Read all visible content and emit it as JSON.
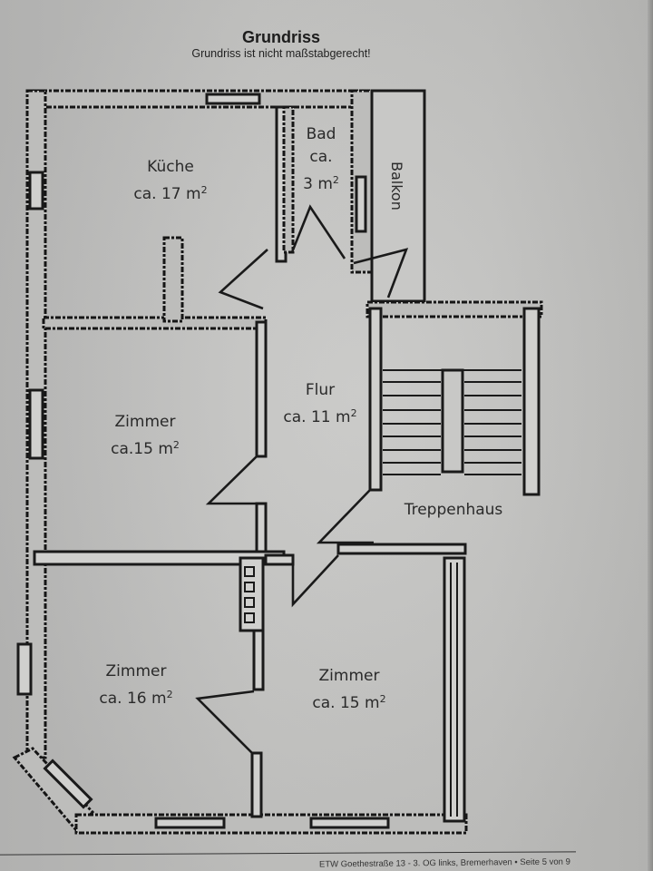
{
  "document": {
    "title": "Grundriss",
    "subtitle": "Grundriss ist nicht maßstabgerecht!",
    "footer": "ETW Goethestraße 13 - 3. OG links, Bremerhaven • Seite 5 von 9"
  },
  "rooms": {
    "kueche": {
      "name": "Küche",
      "area": "ca. 17 m",
      "unit_sup": "2"
    },
    "bad": {
      "name": "Bad",
      "line2": "ca.",
      "area": "3 m",
      "unit_sup": "2"
    },
    "balkon": {
      "name": "Balkon"
    },
    "flur": {
      "name": "Flur",
      "area": "ca. 11 m",
      "unit_sup": "2"
    },
    "zimmer_mid_left": {
      "name": "Zimmer",
      "area": "ca.15 m",
      "unit_sup": "2"
    },
    "treppenhaus": {
      "name": "Treppenhaus"
    },
    "zimmer_bottom_left": {
      "name": "Zimmer",
      "area": "ca. 16 m",
      "unit_sup": "2"
    },
    "zimmer_bottom_right": {
      "name": "Zimmer",
      "area": "ca. 15 m",
      "unit_sup": "2"
    }
  },
  "colors": {
    "paper": "#c4c4c2",
    "ink": "#1a1a1a",
    "text": "#2a2a2a"
  }
}
